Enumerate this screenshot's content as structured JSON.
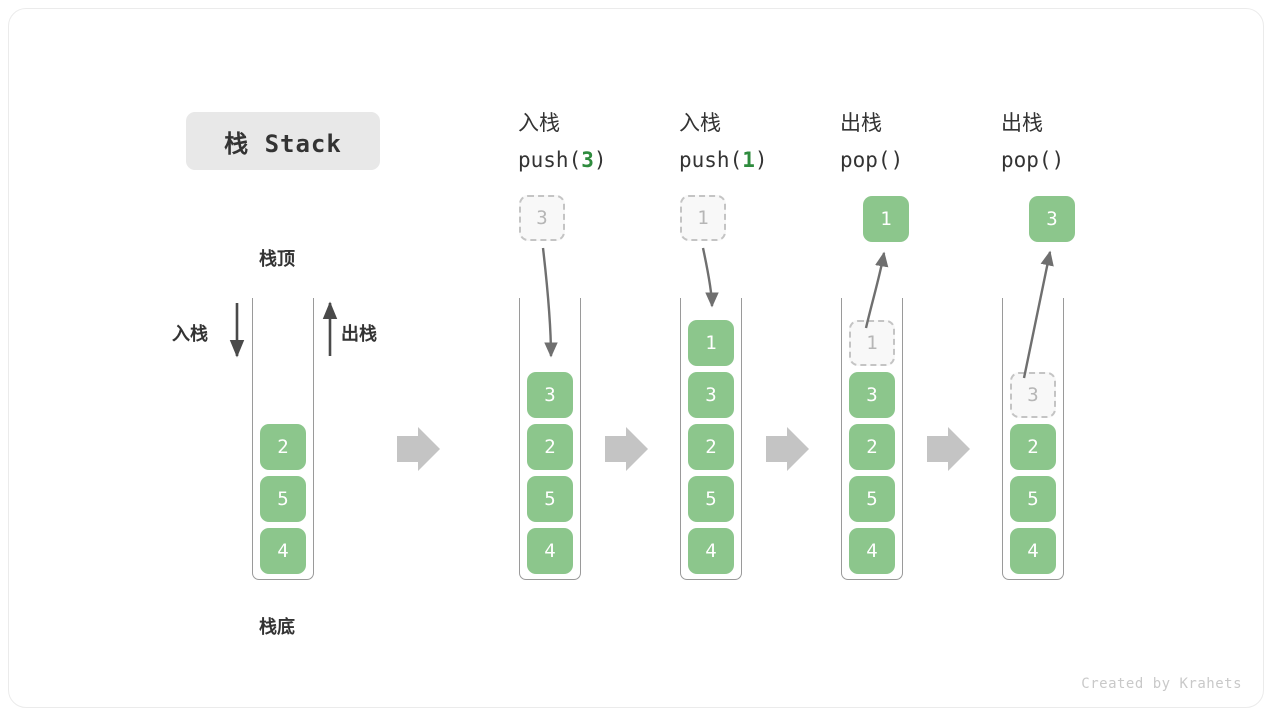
{
  "figure": {
    "title": "栈 Stack",
    "credit": "Created by Krahets",
    "accent_green": "#8cc68c",
    "accent_green_text": "#2e8b3d",
    "ghost_gray": "#b6b6b6",
    "arrow_gray": "#7f7f7f",
    "block_arrow_gray": "#c4c4c4"
  },
  "legend": {
    "top_label": "栈顶",
    "bottom_label": "栈底",
    "push_label": "入栈",
    "pop_label": "出栈"
  },
  "columns": [
    {
      "id": "initial",
      "header_cn": "",
      "header_code_prefix": "",
      "header_code_arg": "",
      "header_code_suffix": "",
      "stack": [
        "2",
        "5",
        "4"
      ],
      "ghost_in_stack": null,
      "floating_cell": null,
      "floating_style": null
    },
    {
      "id": "push-3",
      "header_cn": "入栈",
      "header_code_prefix": "push(",
      "header_code_arg": "3",
      "header_code_suffix": ")",
      "stack": [
        "3",
        "2",
        "5",
        "4"
      ],
      "ghost_in_stack": null,
      "floating_cell": "3",
      "floating_style": "ghost"
    },
    {
      "id": "push-1",
      "header_cn": "入栈",
      "header_code_prefix": "push(",
      "header_code_arg": "1",
      "header_code_suffix": ")",
      "stack": [
        "1",
        "3",
        "2",
        "5",
        "4"
      ],
      "ghost_in_stack": null,
      "floating_cell": "1",
      "floating_style": "ghost"
    },
    {
      "id": "pop-1",
      "header_cn": "出栈",
      "header_code_prefix": "pop(",
      "header_code_arg": "",
      "header_code_suffix": ")",
      "stack": [
        "1",
        "3",
        "2",
        "5",
        "4"
      ],
      "ghost_in_stack": "1",
      "floating_cell": "1",
      "floating_style": "solid"
    },
    {
      "id": "pop-3",
      "header_cn": "出栈",
      "header_code_prefix": "pop(",
      "header_code_arg": "",
      "header_code_suffix": ")",
      "stack": [
        "3",
        "2",
        "5",
        "4"
      ],
      "ghost_in_stack": "3",
      "floating_cell": "3",
      "floating_style": "solid"
    }
  ],
  "separators": [
    "⇒",
    "⇒",
    "⇒",
    "⇒"
  ]
}
